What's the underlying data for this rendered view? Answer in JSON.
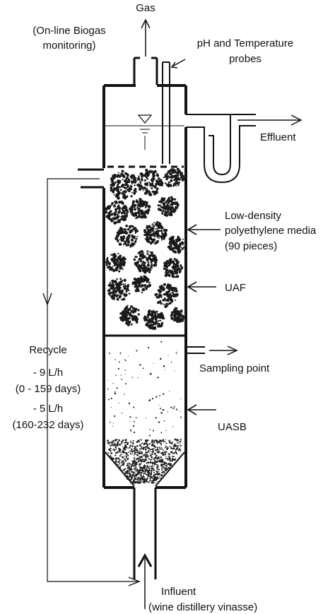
{
  "labels": {
    "gas": "Gas",
    "biogas_line1": "(On-line Biogas",
    "biogas_line2": "monitoring)",
    "probes_line1": "pH and Temperature",
    "probes_line2": "probes",
    "effluent": "Effluent",
    "media_line1": "Low-density",
    "media_line2": "polyethylene media",
    "media_line3": "(90 pieces)",
    "uaf": "UAF",
    "sampling": "Sampling point",
    "uasb": "UASB",
    "recycle": "Recycle",
    "rate1": "- 9 L/h",
    "period1": "(0 - 159 days)",
    "rate2": "- 5 L/h",
    "period2": "(160-232 days)",
    "influent_line1": "Influent",
    "influent_line2": "(wine distillery vinasse)"
  },
  "colors": {
    "ink": "#111111",
    "media": "#1a1a1a",
    "sludge": "#222222"
  }
}
